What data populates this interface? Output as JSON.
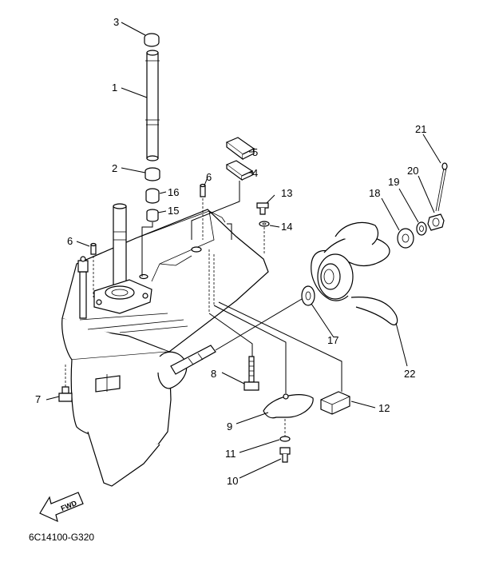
{
  "callouts": {
    "c1": "1",
    "c2": "2",
    "c3": "3",
    "c4": "4",
    "c5": "5",
    "c6a": "6",
    "c6b": "6",
    "c7": "7",
    "c8": "8",
    "c9": "9",
    "c10": "10",
    "c11": "11",
    "c12": "12",
    "c13": "13",
    "c14": "14",
    "c15": "15",
    "c16": "16",
    "c17": "17",
    "c18": "18",
    "c19": "19",
    "c20": "20",
    "c21": "21",
    "c22": "22"
  },
  "fwd_label": "FWD",
  "drawing_code": "6C14100-G320"
}
